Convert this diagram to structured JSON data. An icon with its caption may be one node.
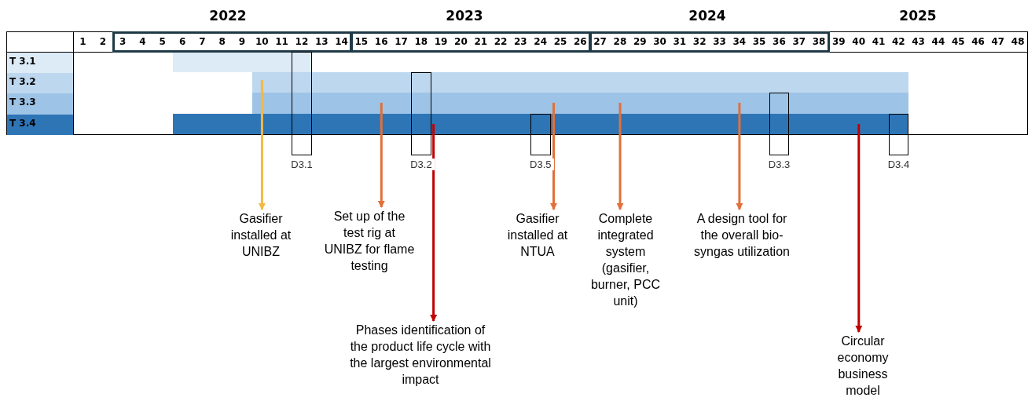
{
  "diagram": {
    "nodes": [
      {
        "text": [],
        "shape": "box"
      },
      {
        "text": [
          "D3.1"
        ]
      },
      {
        "text": [
          "D3.2"
        ]
      },
      {
        "text": [
          "D3.5"
        ]
      },
      {
        "text": [
          "D3.3"
        ]
      },
      {
        "text": [
          "D3.4"
        ]
      },
      {
        "text": [
          "Gasifier installed at UNIBZ"
        ]
      },
      {
        "text": [
          "Set up of the test rig at UNIBZ for flame testing"
        ]
      },
      {
        "text": [
          "Gasifier installed at NTUA"
        ]
      },
      {
        "text": [
          "Complete integrated system (gasifier, burner, PCC unit)"
        ]
      },
      {
        "text": [
          "A design tool for the overall bio-syngas utilization"
        ]
      },
      {
        "text": [
          "Phases identification of the product life cycle with the largest environmental impact"
        ]
      },
      {
        "text": [
          "Circular economy business model"
        ]
      }
    ],
    "edges": [
      {
        "from": 0,
        "to": 6,
        "arrow": "to",
        "color": "#f4b942"
      },
      {
        "from": 0,
        "to": 7,
        "arrow": "to"
      },
      {
        "from": 0,
        "to": 11,
        "arrow": "to",
        "color": "#c00000"
      },
      {
        "from": 0,
        "to": 8,
        "arrow": "to"
      },
      {
        "from": 0,
        "to": 9,
        "arrow": "to"
      },
      {
        "from": 0,
        "to": 10,
        "arrow": "to"
      },
      {
        "from": 0,
        "to": 12,
        "arrow": "to",
        "color": "#c00000"
      }
    ],
    "labels": [
      "2022",
      "2023",
      "2024",
      "2025",
      "1",
      "2",
      "3",
      "4",
      "5",
      "6",
      "7",
      "8",
      "9",
      "10",
      "11",
      "12",
      "13",
      "14",
      "15",
      "16",
      "17",
      "18",
      "19",
      "20",
      "21",
      "22",
      "23",
      "24",
      "25",
      "26",
      "27",
      "28",
      "29",
      "30",
      "31",
      "32",
      "33",
      "34",
      "35",
      "36",
      "37",
      "38",
      "39",
      "40",
      "41",
      "42",
      "43",
      "44",
      "45",
      "46",
      "47",
      "48",
      "T 3.1",
      "T 3.2",
      "T 3.3",
      "T 3.4"
    ]
  }
}
